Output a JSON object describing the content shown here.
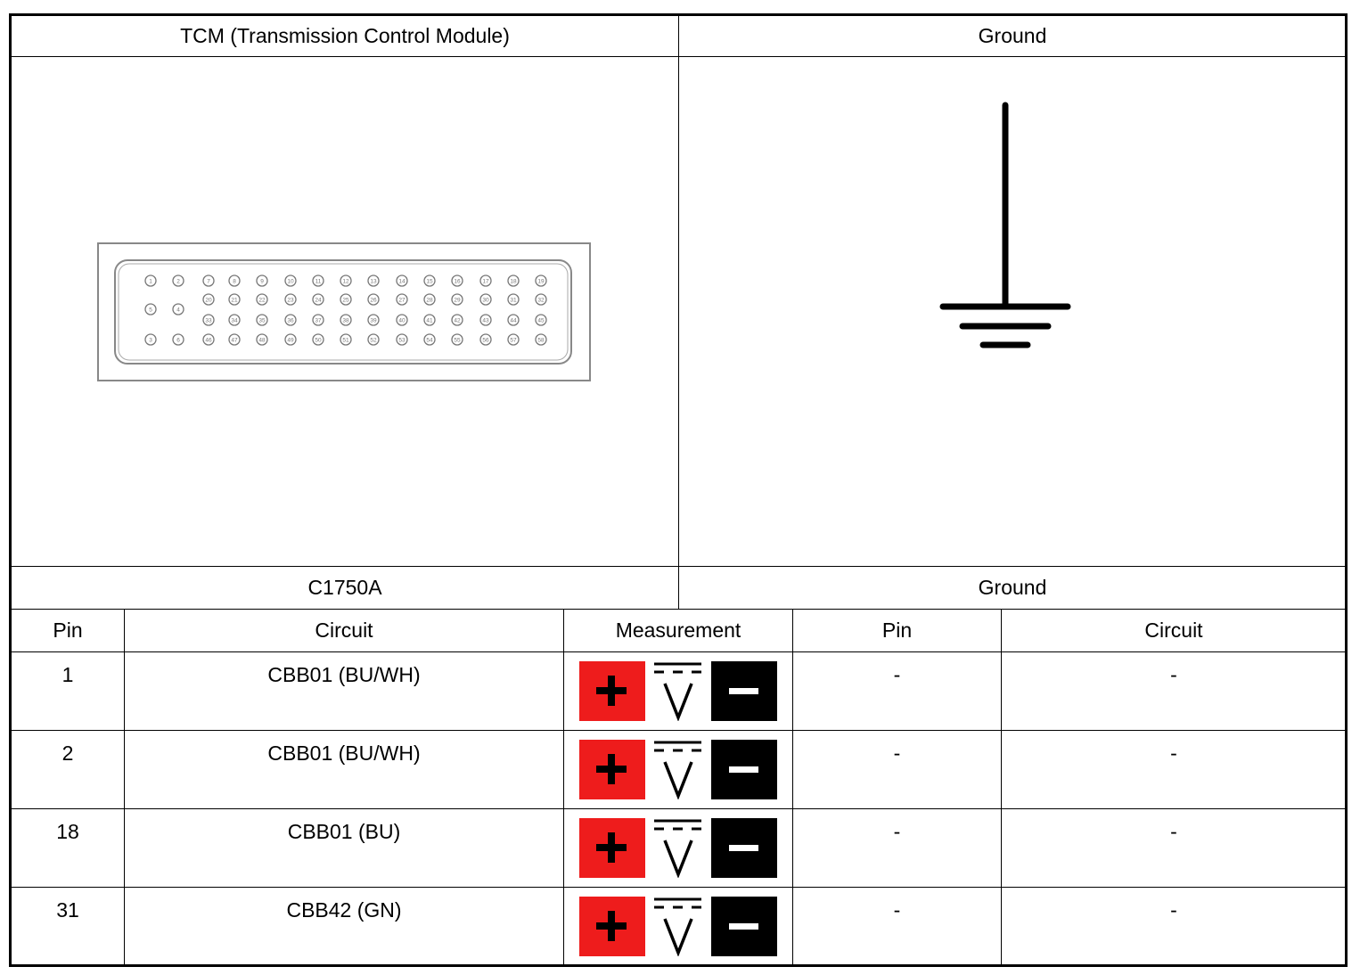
{
  "header": {
    "left_title": "TCM (Transmission Control Module)",
    "right_title": "Ground"
  },
  "connector": {
    "left_label": "C1750A",
    "right_label": "Ground",
    "pin_numbers": {
      "row1": [
        "1",
        "2",
        "7",
        "8",
        "9",
        "10",
        "11",
        "12",
        "13",
        "14",
        "15",
        "16",
        "17",
        "18",
        "19"
      ],
      "row2": [
        "5",
        "4",
        "20",
        "21",
        "22",
        "23",
        "24",
        "25",
        "26",
        "27",
        "28",
        "29",
        "30",
        "31",
        "32"
      ],
      "row3": [
        "33",
        "34",
        "35",
        "36",
        "37",
        "38",
        "39",
        "40",
        "41",
        "42",
        "43",
        "44",
        "45"
      ],
      "row4": [
        "3",
        "6",
        "46",
        "47",
        "48",
        "49",
        "50",
        "51",
        "52",
        "53",
        "54",
        "55",
        "56",
        "57",
        "58"
      ]
    }
  },
  "columns": {
    "pin": "Pin",
    "circuit": "Circuit",
    "measurement": "Measurement",
    "pin2": "Pin",
    "circuit2": "Circuit"
  },
  "rows": [
    {
      "pin": "1",
      "circuit": "CBB01 (BU/WH)",
      "pin2": "-",
      "circuit2": "-"
    },
    {
      "pin": "2",
      "circuit": "CBB01 (BU/WH)",
      "pin2": "-",
      "circuit2": "-"
    },
    {
      "pin": "18",
      "circuit": "CBB01 (BU)",
      "pin2": "-",
      "circuit2": "-"
    },
    {
      "pin": "31",
      "circuit": "CBB42 (GN)",
      "pin2": "-",
      "circuit2": "-"
    }
  ],
  "measurement_icons": {
    "positive": "plus-icon",
    "meter": "dc-voltage-icon",
    "negative": "minus-icon",
    "positive_color": "#ee1c1c",
    "negative_color": "#000000"
  }
}
